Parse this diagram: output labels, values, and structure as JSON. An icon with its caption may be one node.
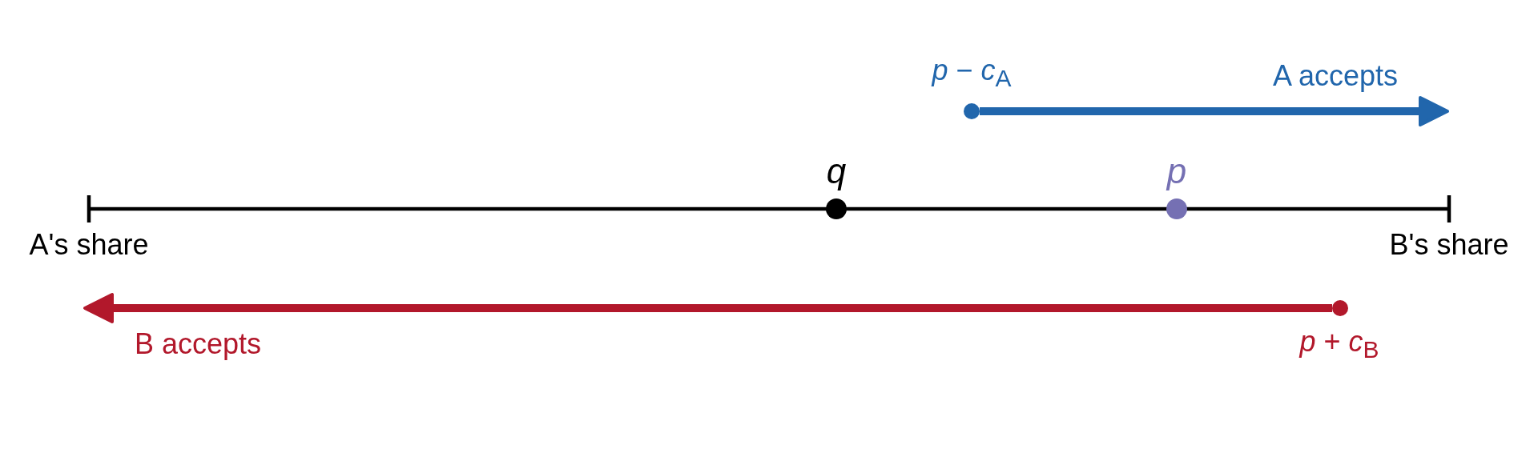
{
  "diagram": {
    "nodes": [
      {
        "text": [],
        "shape": "circle",
        "beside": [
          "*p* − *c*$_{A}$"
        ]
      },
      {
        "text": [],
        "shape": "circle",
        "beside": [
          "q"
        ]
      },
      {
        "text": [],
        "shape": "circle",
        "beside": [
          "p"
        ]
      },
      {
        "text": [],
        "shape": "circle",
        "beside": [
          "*p* + *c*$_{B}$"
        ]
      }
    ],
    "edges": [
      {
        "from": 0,
        "to": null,
        "arrow": "to",
        "label": "A accepts",
        "color": "#2166ac"
      },
      {
        "from": 3,
        "to": null,
        "arrow": "to",
        "label": "B accepts",
        "color": "#b2182b"
      }
    ],
    "labels": [
      "A's share",
      "B's share"
    ]
  }
}
